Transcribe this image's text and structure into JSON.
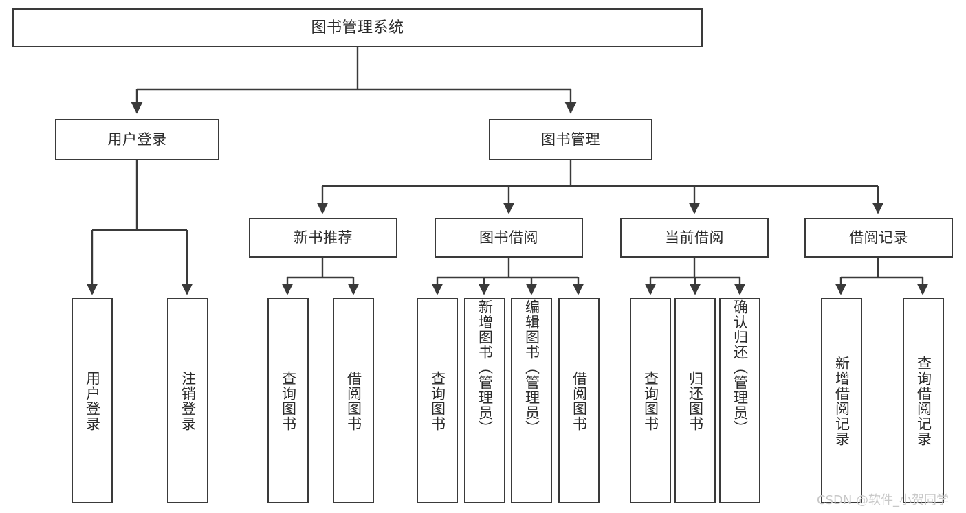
{
  "diagram": {
    "title": "图书管理系统",
    "type": "function-structure-tree",
    "orientation": "top-down",
    "box_color": "#ffffff",
    "border_color": "#3a3a3a",
    "text_color": "#2b2b2b",
    "background": "#ffffff"
  },
  "root": {
    "label": "图书管理系统"
  },
  "level2": [
    {
      "label": "用户登录"
    },
    {
      "label": "图书管理"
    }
  ],
  "level3": [
    {
      "label": "新书推荐"
    },
    {
      "label": "图书借阅"
    },
    {
      "label": "当前借阅"
    },
    {
      "label": "借阅记录"
    }
  ],
  "leaves": {
    "user_login": [
      {
        "label": "用户登录"
      },
      {
        "label": "注销登录"
      }
    ],
    "new_book": [
      {
        "label": "查询图书"
      },
      {
        "label": "借阅图书"
      }
    ],
    "book_borrow": [
      {
        "label": "查询图书"
      },
      {
        "label": "新增图书（管理员）"
      },
      {
        "label": "编辑图书（管理员）"
      },
      {
        "label": "借阅图书"
      }
    ],
    "current_borrow": [
      {
        "label": "查询图书"
      },
      {
        "label": "归还图书"
      },
      {
        "label": "确认归还（管理员）"
      }
    ],
    "borrow_record": [
      {
        "label": "新增借阅记录"
      },
      {
        "label": "查询借阅记录"
      }
    ]
  },
  "watermark": {
    "text": "CSDN @软件_小贺同学"
  }
}
